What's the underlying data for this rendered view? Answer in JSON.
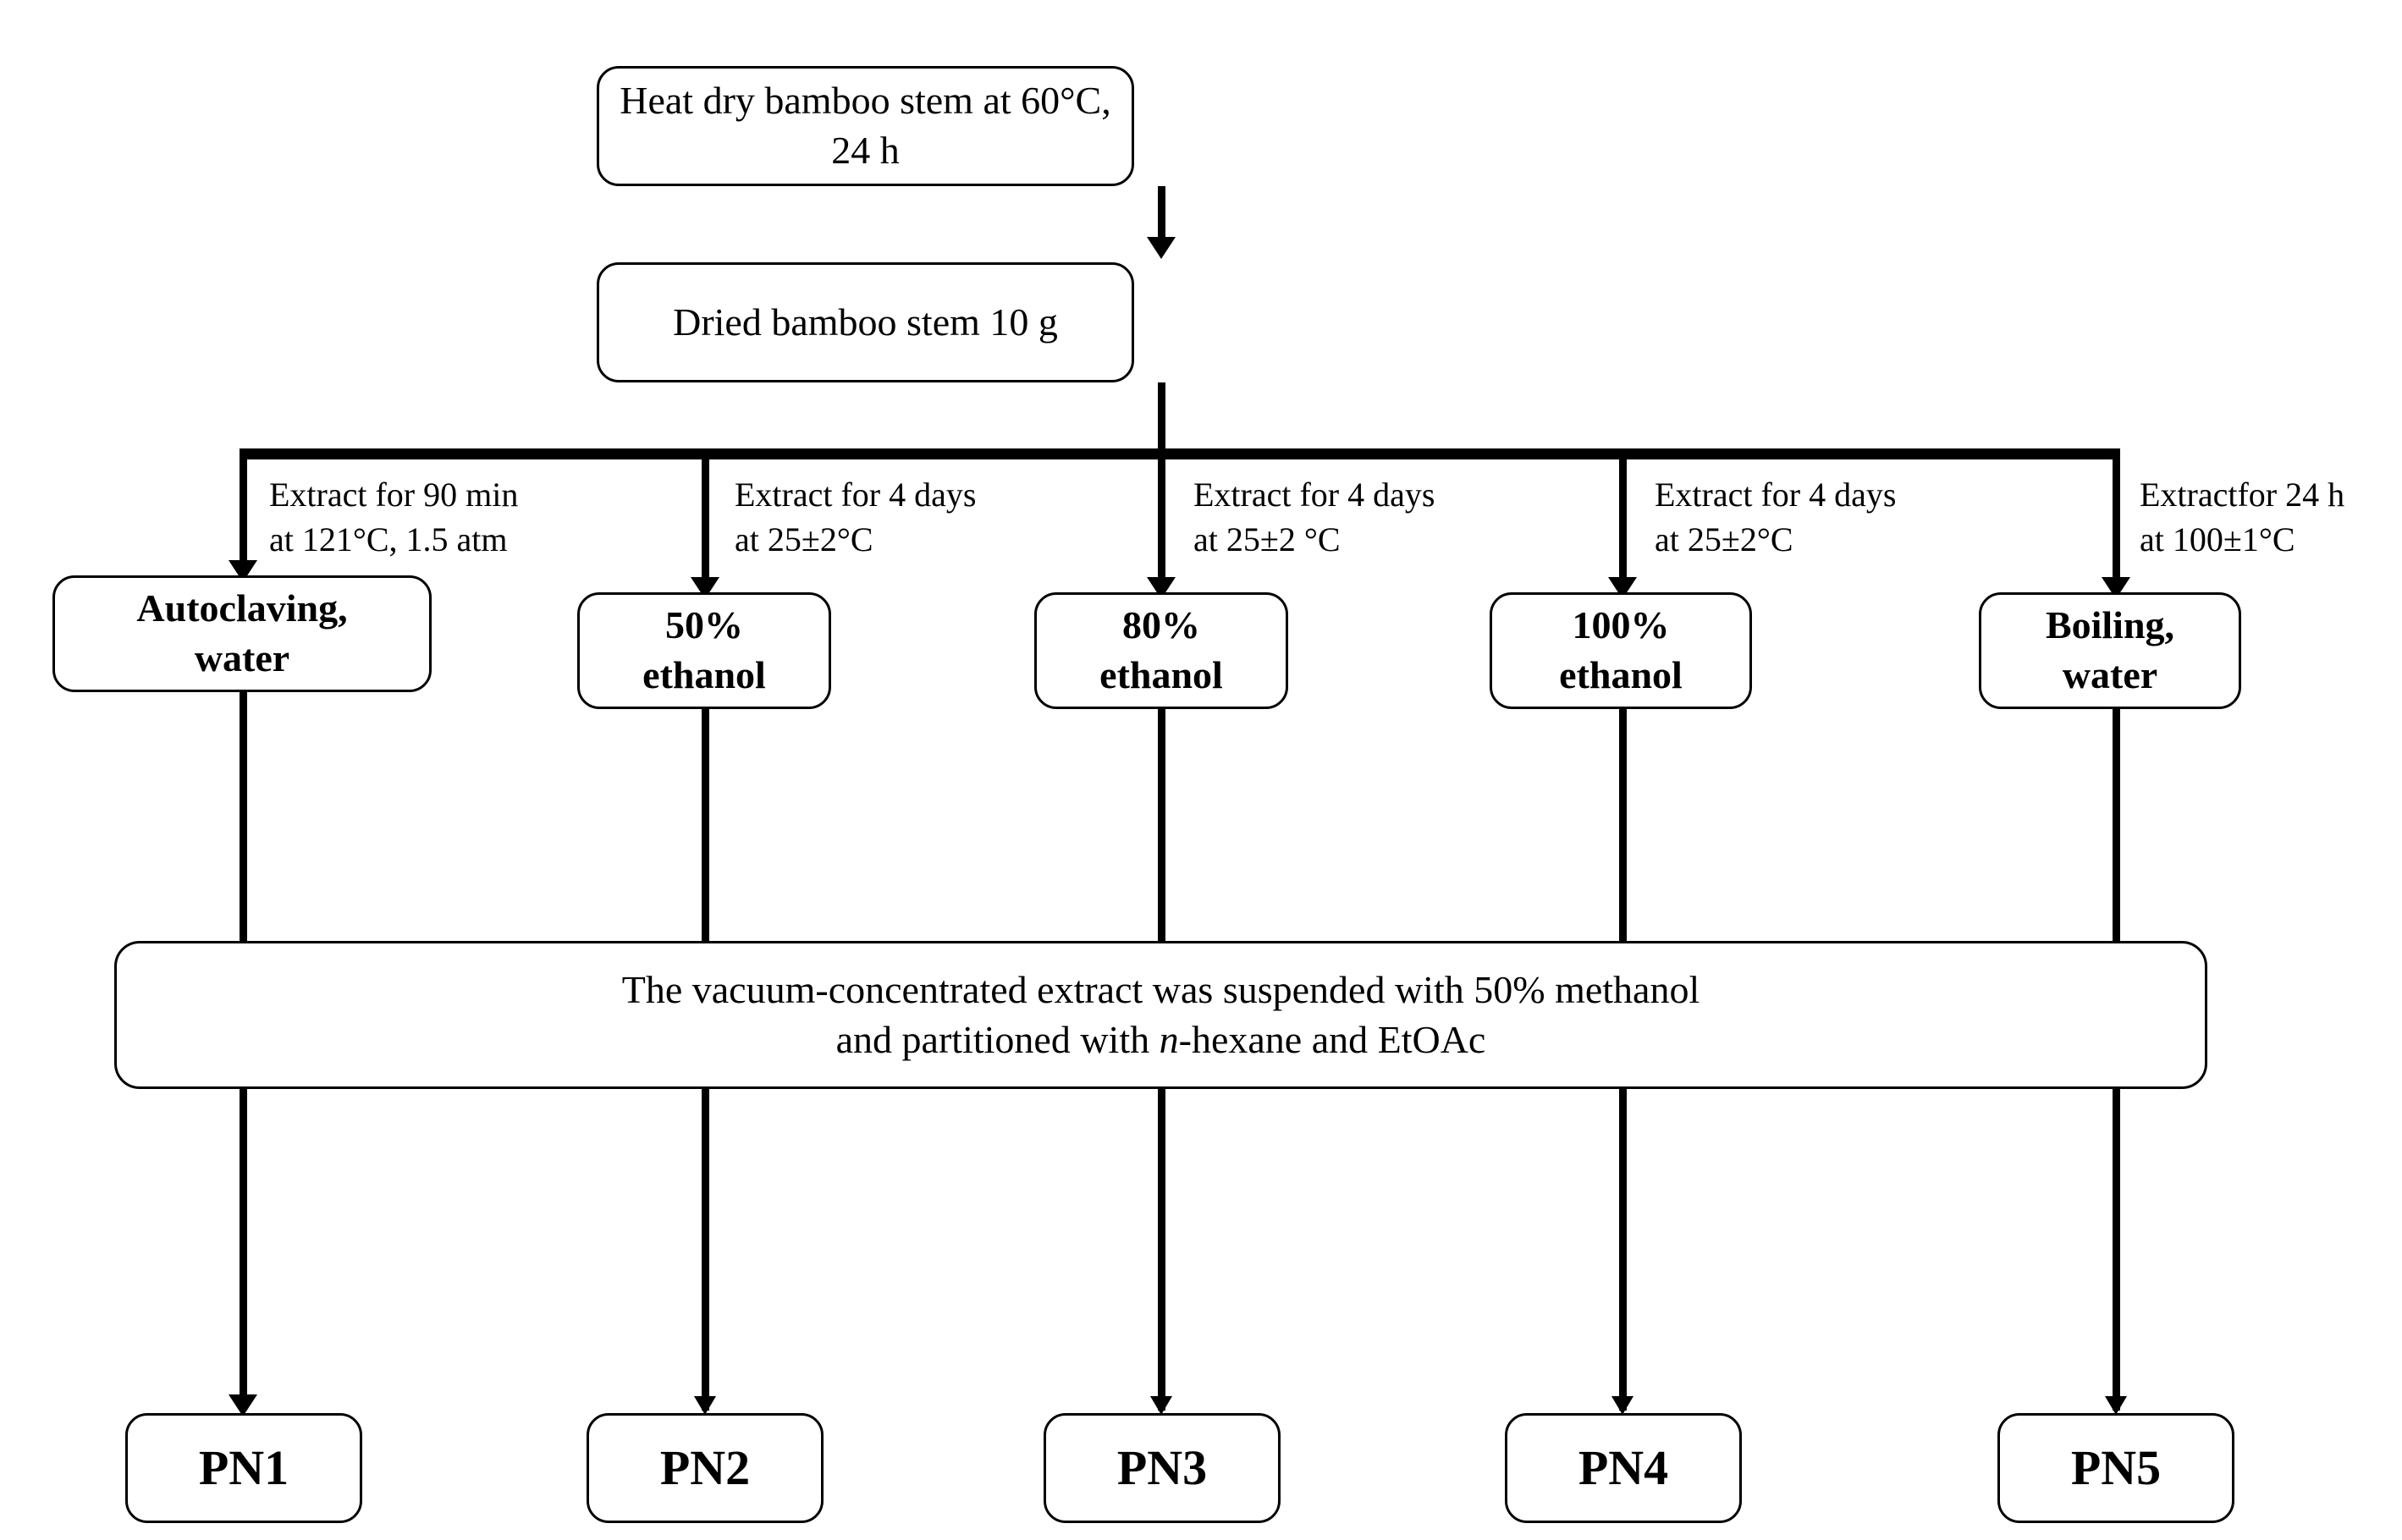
{
  "diagram": {
    "type": "flowchart",
    "title": "Bamboo stem extraction and partitioning scheme",
    "orientation": "top-to-bottom",
    "background_color": "#ffffff",
    "line_color": "#000000",
    "text_color": "#000000"
  },
  "steps": {
    "dry": "Heat dry bamboo stem at 60°C, 24 h",
    "material": "Dried bamboo stem 10 g",
    "partition_line1": "The vacuum-concentrated extract was suspended with 50% methanol",
    "partition_line2_pre": "and partitioned with ",
    "partition_line2_italic": "n",
    "partition_line2_post": "-hexane and EtOAc"
  },
  "branches": [
    {
      "label_line1": "Extract  for 90 min",
      "label_line2": "at 121°C, 1.5 atm",
      "solvent_line1": "Autoclaving,",
      "solvent_line2": "water",
      "product": "PN1"
    },
    {
      "label_line1": "Extract  for 4 days",
      "label_line2": "at 25±2°C",
      "solvent_line1": "50%",
      "solvent_line2": "ethanol",
      "product": "PN2"
    },
    {
      "label_line1": "Extract  for 4 days",
      "label_line2": "at 25±2 °C",
      "solvent_line1": "80%",
      "solvent_line2": "ethanol",
      "product": "PN3"
    },
    {
      "label_line1": "Extract  for 4 days",
      "label_line2": "at 25±2°C",
      "solvent_line1": "100%",
      "solvent_line2": "ethanol",
      "product": "PN4"
    },
    {
      "label_line1": "Extractfor 24 h",
      "label_line2": "at 100±1°C",
      "solvent_line1": "Boiling,",
      "solvent_line2": "water",
      "product": "PN5"
    }
  ]
}
